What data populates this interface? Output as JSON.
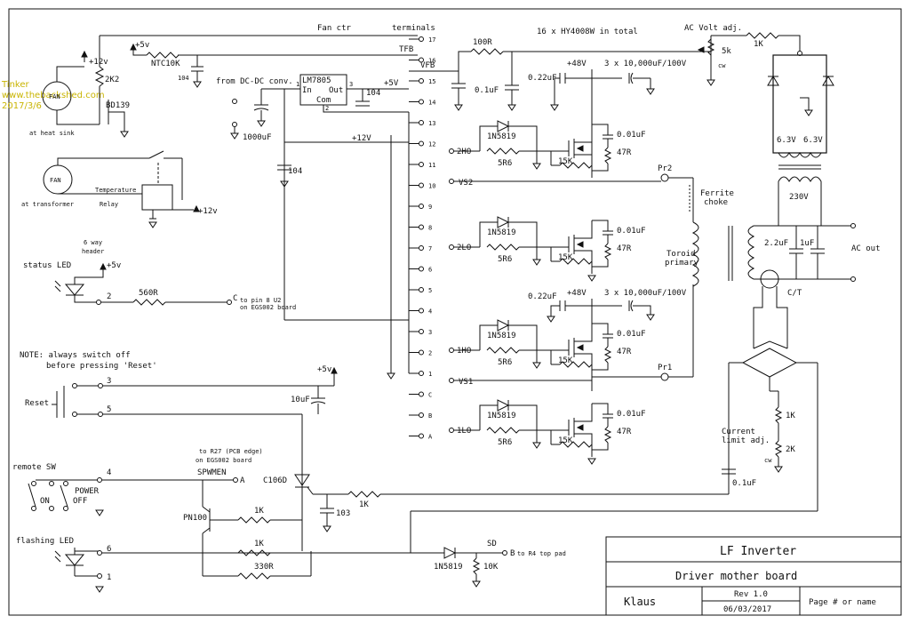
{
  "colors": {
    "watermark": "#c9b400",
    "ink": "#111111"
  },
  "watermark": {
    "line1": "Tinker",
    "line2": "www.thebackshed.com",
    "line3": "2017/3/6"
  },
  "fan_control": {
    "fan_ctr": "Fan ctr",
    "terminals": "terminals",
    "v12": "+12v",
    "r2k2": "2K2",
    "bd139": "BD139",
    "at_heat_sink": "at heat sink",
    "fan": "FAN",
    "plus5v": "+5v",
    "ntc": "NTC10K",
    "c104": "104"
  },
  "transformer_fan": {
    "fan": "FAN",
    "at_transformer": "at transformer",
    "temperature": "Temperature",
    "relay": "Relay",
    "plus12v": "+12v"
  },
  "header": {
    "label1": "6 way",
    "label2": "header"
  },
  "status_led": {
    "label": "status LED",
    "plus5v": "+5v",
    "pin2": "2",
    "r560": "560R",
    "pin_c": "C",
    "to_pin1": "to pin 8 U2",
    "to_pin2": "on EGS002 board"
  },
  "note": {
    "line1": "NOTE: always switch off",
    "line2": "before pressing 'Reset'"
  },
  "reset": {
    "label": "Reset",
    "pin3": "3",
    "pin5": "5",
    "plus5v": "+5v",
    "c10u": "10uF"
  },
  "remote": {
    "label": "remote SW",
    "power": "POWER",
    "on": "ON",
    "off": "OFF",
    "pin4": "4",
    "to_r27": "to R27 (PCB edge)",
    "on_egs": "on EGS002 board",
    "spwmen": "SPWMEN",
    "pin_a": "A",
    "pn100": "PN100",
    "r1k_a": "1K",
    "scr": "C106D",
    "r1k_b": "1K",
    "c103": "103"
  },
  "flashing": {
    "label": "flashing LED",
    "pin6": "6",
    "pin1": "1",
    "r1k": "1K",
    "r330": "330R",
    "diode": "1N5819",
    "sd": "SD",
    "to_r4": "to R4 top pad",
    "pin_b": "B",
    "r10k": "10K"
  },
  "regulator": {
    "from": "from DC-DC conv.",
    "lm": "LM7805",
    "in": "In",
    "out": "Out",
    "com": "Com",
    "n1": "1",
    "n2": "2",
    "n3": "3",
    "c104a": "104",
    "c104b": "104",
    "c1000": "1000uF",
    "plus5v": "+5V",
    "plus12v": "+12V"
  },
  "terminals": [
    "17",
    "16",
    "15",
    "14",
    "13",
    "12",
    "11",
    "10",
    "9",
    "8",
    "7",
    "6",
    "5",
    "4",
    "3",
    "2",
    "1",
    "C",
    "B",
    "A"
  ],
  "bus": {
    "tfb": "TFB",
    "vfb": "VFB"
  },
  "power": {
    "hy_note": "16 x HY4008W in total",
    "r100": "100R",
    "c01": "0.1uF",
    "v48a": "+48V",
    "caps_a": "3 x 10,000uF/100V",
    "c022a": "0.22uF",
    "v48b": "+48V",
    "caps_b": "3 x 10,000uF/100V",
    "c022b": "0.22uF",
    "ferrite1": "Ferrite",
    "ferrite2": "choke",
    "toroid1": "Toroid",
    "toroid2": "primary",
    "pr2": "Pr2",
    "pr1": "Pr1",
    "vs2": "VS2",
    "vs1": "VS1"
  },
  "stages": [
    {
      "name": "2HO",
      "diode": "1N5819",
      "rg": "5R6",
      "rpd": "15K",
      "cs": "0.01uF",
      "rs": "47R"
    },
    {
      "name": "2LO",
      "diode": "1N5819",
      "rg": "5R6",
      "rpd": "15K",
      "cs": "0.01uF",
      "rs": "47R"
    },
    {
      "name": "1HO",
      "diode": "1N5819",
      "rg": "5R6",
      "rpd": "15K",
      "cs": "0.01uF",
      "rs": "47R"
    },
    {
      "name": "1LO",
      "diode": "1N5819",
      "rg": "5R6",
      "rpd": "15K",
      "cs": "0.01uF",
      "rs": "47R"
    }
  ],
  "output": {
    "ac_adj": "AC Volt adj.",
    "r5k": "5k",
    "cw": "cw",
    "r1k": "1K",
    "v63a": "6.3V",
    "v63b": "6.3V",
    "v230": "230V",
    "c22u": "2.2uF",
    "c1u": "1uF",
    "ac_out": "AC out",
    "ct": "C/T",
    "r1k2": "1K",
    "cur1": "Current",
    "cur2": "limit adj.",
    "r2k": "2K",
    "cw2": "cw",
    "c01u": "0.1uF"
  },
  "title_block": {
    "title": "LF Inverter",
    "subtitle": "Driver mother board",
    "author": "Klaus",
    "rev": "Rev 1.0",
    "date": "06/03/2017",
    "page": "Page # or name"
  }
}
